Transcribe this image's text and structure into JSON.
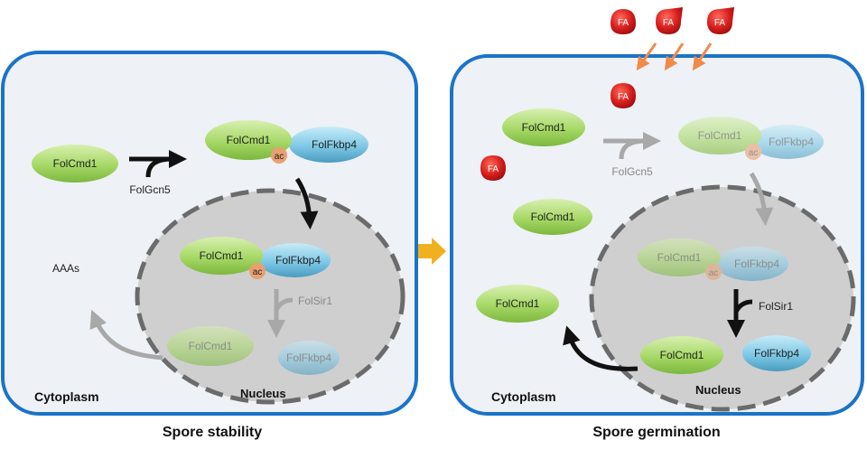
{
  "left_panel": {
    "protein_free": "FolCmd1",
    "protein_top": "FolCmd1",
    "partner_top": "FolFkbp4",
    "ac_top": "ac",
    "enzyme": "FolGcn5",
    "aaas": "AAAs",
    "protein_nuc": "FolCmd1",
    "partner_nuc": "FolFkbp4",
    "ac_nuc": "ac",
    "deacetylase": "FolSir1",
    "protein_faded": "FolCmd1",
    "partner_faded": "FolFkbp4",
    "cytoplasm": "Cytoplasm",
    "nucleus": "Nucleus",
    "caption": "Spore stability"
  },
  "right_panel": {
    "fa_label": "FA",
    "protein_a": "FolCmd1",
    "protein_b": "FolCmd1",
    "protein_c": "FolCmd1",
    "protein_top": "FolCmd1",
    "partner_top": "FolFkbp4",
    "ac_top": "ac",
    "enzyme": "FolGcn5",
    "protein_nuc_faded": "FolCmd1",
    "partner_nuc_faded": "FolFkbp4",
    "ac_nuc": "ac",
    "deacetylase": "FolSir1",
    "protein_nuc": "FolCmd1",
    "partner_nuc": "FolFkbp4",
    "cytoplasm": "Cytoplasm",
    "nucleus": "Nucleus",
    "caption": "Spore germination"
  },
  "colors": {
    "cell_border": "#1a73c9",
    "cell_fill": "#eef1f5",
    "nucleus_fill": "#cfcfcf",
    "nucleus_border": "#6b6b6b",
    "protein_green": "#9fd65a",
    "partner_blue": "#7ec8e6",
    "ac_orange": "#e8a070",
    "fa_red": "#d81e1e",
    "transition_arrow": "#f0b020",
    "fa_arrow": "#f08a4a"
  }
}
